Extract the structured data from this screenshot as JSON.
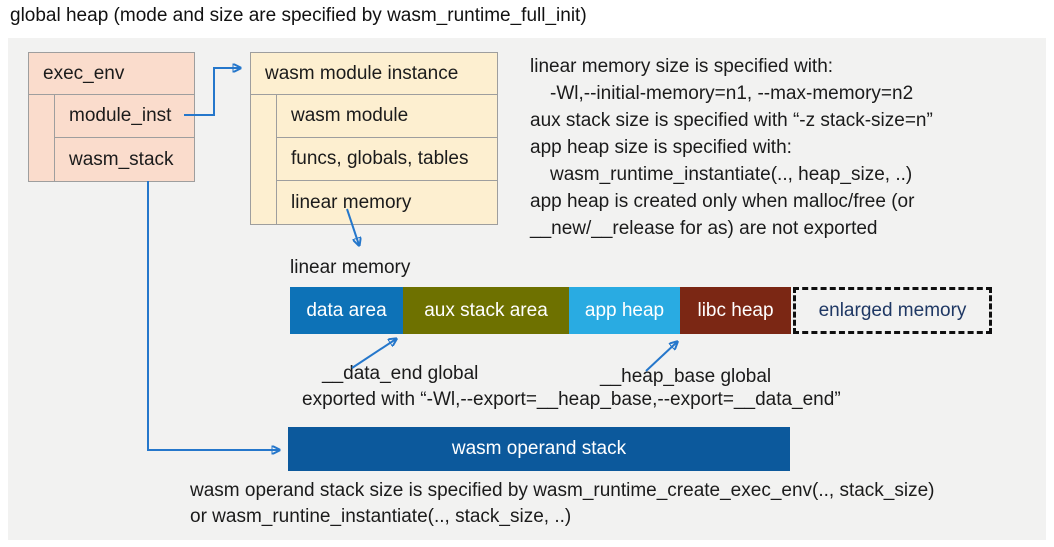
{
  "title": "global heap (mode and size are specified by wasm_runtime_full_init)",
  "exec_env": {
    "header": "exec_env",
    "rows": [
      "module_inst",
      "wasm_stack"
    ]
  },
  "module_instance": {
    "header": "wasm module instance",
    "rows": [
      "wasm module",
      "funcs, globals, tables",
      "linear memory"
    ]
  },
  "notes_top": {
    "lines": [
      "linear memory size is specified with:",
      "-Wl,--initial-memory=n1, --max-memory=n2",
      "aux stack size is specified with “-z stack-size=n”",
      "app heap size is specified with:",
      "wasm_runtime_instantiate(.., heap_size, ..)",
      "app heap is created only when malloc/free (or",
      "__new/__release for as) are not exported"
    ]
  },
  "linear_memory": {
    "label": "linear memory",
    "segments": [
      {
        "label": "data area",
        "color": "#0d72b7"
      },
      {
        "label": "aux stack area",
        "color": "#6e7100"
      },
      {
        "label": "app heap",
        "color": "#29abe2"
      },
      {
        "label": "libc heap",
        "color": "#7b2714"
      },
      {
        "label": "enlarged memory",
        "border_style": "dashed",
        "text_color": "#1f3864"
      }
    ]
  },
  "annotations": {
    "data_end_label": "__data_end global",
    "heap_base_label": "__heap_base global",
    "exported_line": "exported with “-Wl,--export=__heap_base,--export=__data_end”"
  },
  "operand_stack": {
    "label": "wasm operand stack",
    "color": "#0c599c"
  },
  "notes_bottom": {
    "lines": [
      "wasm operand stack size is specified by wasm_runtime_create_exec_env(.., stack_size)",
      "or wasm_runtine_instantiate(.., stack_size, ..)"
    ]
  },
  "colors": {
    "panel_bg": "#f2f2f1",
    "exec_env_fill": "#fadccc",
    "module_instance_fill": "#fdefd0",
    "box_border": "#9e9e9e",
    "connector_blue": "#2577cb",
    "enlarged_text": "#1f3864"
  }
}
